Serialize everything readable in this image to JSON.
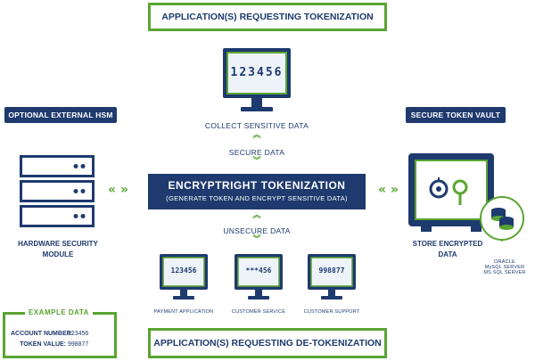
{
  "top_box": "APPLICATION(S) REQUESTING TOKENIZATION",
  "bottom_box": "APPLICATION(S) REQUESTING DE-TOKENIZATION",
  "hsm": {
    "header": "OPTIONAL EXTERNAL HSM",
    "label_line1": "HARDWARE SECURITY",
    "label_line2": "MODULE"
  },
  "vault": {
    "header": "SECURE TOKEN VAULT",
    "label_line1": "STORE ENCRYPTED",
    "label_line2": "DATA",
    "db_line1": "ORACLE",
    "db_line2": "MySQL SERVER",
    "db_line3": "MS SQL SERVER"
  },
  "top_monitor": {
    "value": "123456",
    "caption": "COLLECT SENSITIVE DATA"
  },
  "secure_label": "SECURE DATA",
  "unsecure_label": "UNSECURE DATA",
  "center": {
    "title": "ENCRYPTRIGHT TOKENIZATION",
    "subtitle": "(GENERATE TOKEN AND ENCRYPT SENSITIVE DATA)"
  },
  "bottom_monitors": [
    {
      "value": "123456",
      "caption": "PAYMENT APPLICATION"
    },
    {
      "value": "***456",
      "caption": "CUSTOMER SERVICE"
    },
    {
      "value": "998877",
      "caption": "CUSTOMER SUPPORT"
    }
  ],
  "example": {
    "title": "EXAMPLE DATA",
    "account_label": "ACCOUNT NUMBER:",
    "account_value": "123456",
    "token_label": "TOKEN VALUE:",
    "token_value": "998877"
  },
  "icons": {
    "arrows": "chevron-double",
    "hsm": "server-rack-icon",
    "vault": "safe-icon",
    "database": "database-icon",
    "monitor": "monitor-icon"
  },
  "colors": {
    "navy": "#1e3a6e",
    "green": "#5aa532",
    "screen": "#eef3fa"
  }
}
